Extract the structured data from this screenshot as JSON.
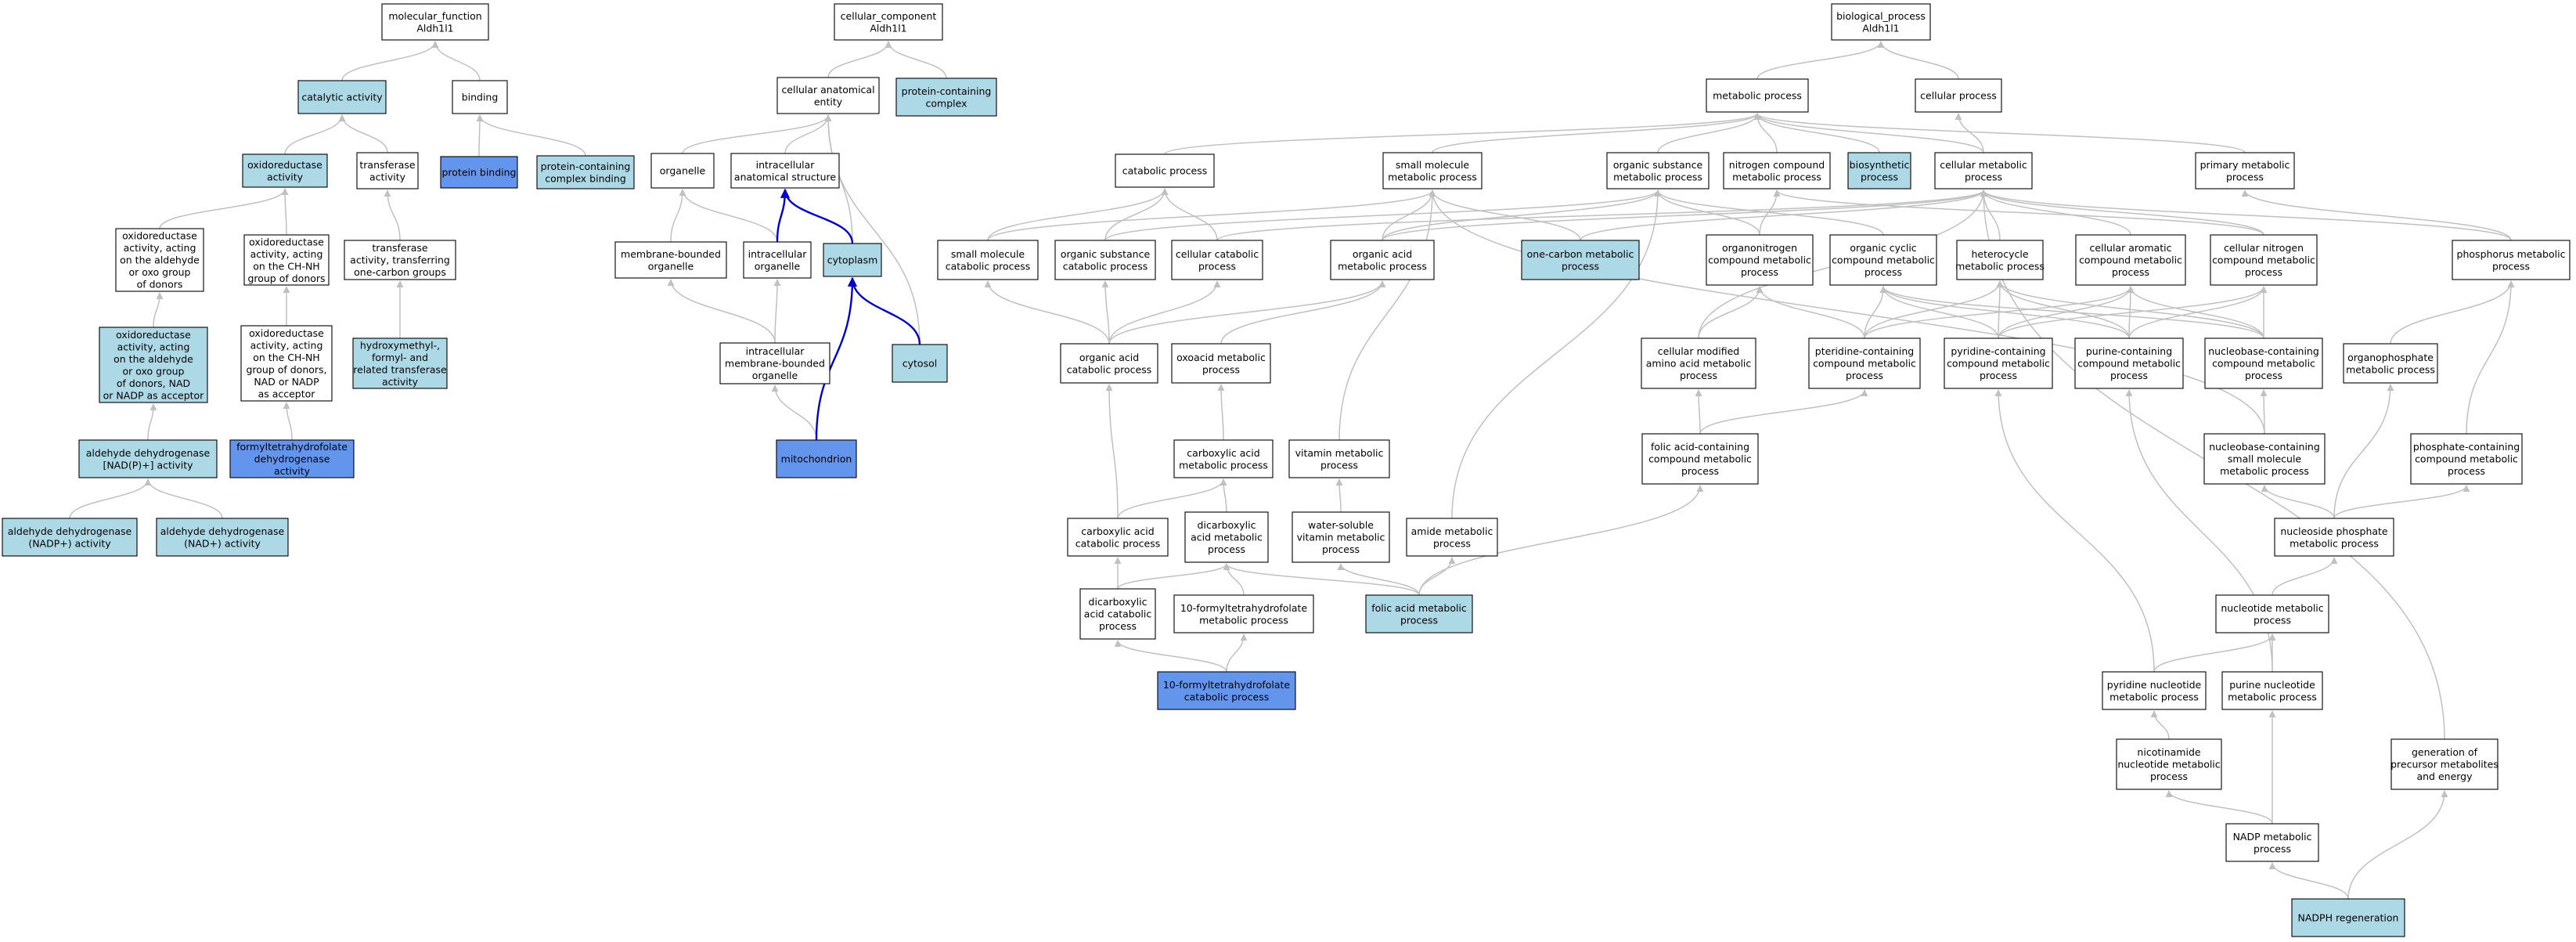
{
  "colors": {
    "plain": "#ffffff",
    "light": "#add8e6",
    "strong": "#6495ed",
    "edge": "#c0c0c0",
    "highlight_edge": "#0000cc"
  },
  "nodes": [
    {
      "id": "mf_root",
      "lines": [
        "molecular_function",
        "Aldh1l1"
      ],
      "style": "plain"
    },
    {
      "id": "catalytic",
      "lines": [
        "catalytic activity"
      ],
      "style": "light"
    },
    {
      "id": "binding",
      "lines": [
        "binding"
      ],
      "style": "plain"
    },
    {
      "id": "oxidoreductase",
      "lines": [
        "oxidoreductase",
        "activity"
      ],
      "style": "light"
    },
    {
      "id": "transferase",
      "lines": [
        "transferase",
        "activity"
      ],
      "style": "plain"
    },
    {
      "id": "protein_binding",
      "lines": [
        "protein binding"
      ],
      "style": "strong"
    },
    {
      "id": "pcc_binding",
      "lines": [
        "protein-containing",
        "complex binding"
      ],
      "style": "light"
    },
    {
      "id": "oxido_aldehyde",
      "lines": [
        "oxidoreductase",
        "activity, acting",
        "on the aldehyde",
        "or oxo group",
        "of donors"
      ],
      "style": "plain"
    },
    {
      "id": "oxido_chnh",
      "lines": [
        "oxidoreductase",
        "activity, acting",
        "on the CH-NH",
        "group of donors"
      ],
      "style": "plain"
    },
    {
      "id": "transferase_1c",
      "lines": [
        "transferase",
        "activity, transferring",
        "one-carbon groups"
      ],
      "style": "plain"
    },
    {
      "id": "oxido_aldehyde_nad",
      "lines": [
        "oxidoreductase",
        "activity, acting",
        "on the aldehyde",
        "or oxo group",
        "of donors, NAD",
        "or NADP as acceptor"
      ],
      "style": "light"
    },
    {
      "id": "oxido_chnh_nad",
      "lines": [
        "oxidoreductase",
        "activity, acting",
        "on the CH-NH",
        "group of donors,",
        "NAD or NADP",
        "as acceptor"
      ],
      "style": "plain"
    },
    {
      "id": "hydroxymethyl",
      "lines": [
        "hydroxymethyl-,",
        "formyl- and",
        "related transferase",
        "activity"
      ],
      "style": "light"
    },
    {
      "id": "aldh_nadp_plus",
      "lines": [
        "aldehyde dehydrogenase",
        "[NAD(P)+] activity"
      ],
      "style": "light"
    },
    {
      "id": "fthf_dh",
      "lines": [
        "formyltetrahydrofolate",
        "dehydrogenase",
        "activity"
      ],
      "style": "strong"
    },
    {
      "id": "aldh_nadp",
      "lines": [
        "aldehyde dehydrogenase",
        "(NADP+) activity"
      ],
      "style": "light"
    },
    {
      "id": "aldh_nad",
      "lines": [
        "aldehyde dehydrogenase",
        "(NAD+) activity"
      ],
      "style": "light"
    },
    {
      "id": "cc_root",
      "lines": [
        "cellular_component",
        "Aldh1l1"
      ],
      "style": "plain"
    },
    {
      "id": "cae",
      "lines": [
        "cellular anatomical",
        "entity"
      ],
      "style": "plain"
    },
    {
      "id": "pcc",
      "lines": [
        "protein-containing",
        "complex"
      ],
      "style": "light"
    },
    {
      "id": "organelle",
      "lines": [
        "organelle"
      ],
      "style": "plain"
    },
    {
      "id": "ias",
      "lines": [
        "intracellular",
        "anatomical structure"
      ],
      "style": "plain"
    },
    {
      "id": "mbo",
      "lines": [
        "membrane-bounded",
        "organelle"
      ],
      "style": "plain"
    },
    {
      "id": "io",
      "lines": [
        "intracellular",
        "organelle"
      ],
      "style": "plain"
    },
    {
      "id": "cytoplasm",
      "lines": [
        "cytoplasm"
      ],
      "style": "light"
    },
    {
      "id": "cytosol",
      "lines": [
        "cytosol"
      ],
      "style": "light"
    },
    {
      "id": "imbo",
      "lines": [
        "intracellular",
        "membrane-bounded",
        "organelle"
      ],
      "style": "plain"
    },
    {
      "id": "mito",
      "lines": [
        "mitochondrion"
      ],
      "style": "strong"
    },
    {
      "id": "bp_root",
      "lines": [
        "biological_process",
        "Aldh1l1"
      ],
      "style": "plain"
    },
    {
      "id": "metabolic",
      "lines": [
        "metabolic process"
      ],
      "style": "plain"
    },
    {
      "id": "cellular_process",
      "lines": [
        "cellular process"
      ],
      "style": "plain"
    },
    {
      "id": "catabolic",
      "lines": [
        "catabolic process"
      ],
      "style": "plain"
    },
    {
      "id": "small_mol",
      "lines": [
        "small molecule",
        "metabolic process"
      ],
      "style": "plain"
    },
    {
      "id": "org_subst",
      "lines": [
        "organic substance",
        "metabolic process"
      ],
      "style": "plain"
    },
    {
      "id": "nitrogen",
      "lines": [
        "nitrogen compound",
        "metabolic process"
      ],
      "style": "plain"
    },
    {
      "id": "biosynthetic",
      "lines": [
        "biosynthetic",
        "process"
      ],
      "style": "light"
    },
    {
      "id": "cell_met",
      "lines": [
        "cellular metabolic",
        "process"
      ],
      "style": "plain"
    },
    {
      "id": "primary",
      "lines": [
        "primary metabolic",
        "process"
      ],
      "style": "plain"
    },
    {
      "id": "sm_cat",
      "lines": [
        "small molecule",
        "catabolic process"
      ],
      "style": "plain"
    },
    {
      "id": "os_cat",
      "lines": [
        "organic substance",
        "catabolic process"
      ],
      "style": "plain"
    },
    {
      "id": "cell_cat",
      "lines": [
        "cellular catabolic",
        "process"
      ],
      "style": "plain"
    },
    {
      "id": "oa_met",
      "lines": [
        "organic acid",
        "metabolic process"
      ],
      "style": "plain"
    },
    {
      "id": "one_carbon",
      "lines": [
        "one-carbon metabolic",
        "process"
      ],
      "style": "light"
    },
    {
      "id": "organonitrogen",
      "lines": [
        "organonitrogen",
        "compound metabolic",
        "process"
      ],
      "style": "plain"
    },
    {
      "id": "org_cyclic",
      "lines": [
        "organic cyclic",
        "compound metabolic",
        "process"
      ],
      "style": "plain"
    },
    {
      "id": "heterocycle",
      "lines": [
        "heterocycle",
        "metabolic process"
      ],
      "style": "plain"
    },
    {
      "id": "cell_arom",
      "lines": [
        "cellular aromatic",
        "compound metabolic",
        "process"
      ],
      "style": "plain"
    },
    {
      "id": "cell_nitro",
      "lines": [
        "cellular nitrogen",
        "compound metabolic",
        "process"
      ],
      "style": "plain"
    },
    {
      "id": "phosphorus",
      "lines": [
        "phosphorus metabolic",
        "process"
      ],
      "style": "plain"
    },
    {
      "id": "oa_cat",
      "lines": [
        "organic acid",
        "catabolic process"
      ],
      "style": "plain"
    },
    {
      "id": "oxoacid",
      "lines": [
        "oxoacid metabolic",
        "process"
      ],
      "style": "plain"
    },
    {
      "id": "cmaa",
      "lines": [
        "cellular modified",
        "amino acid metabolic",
        "process"
      ],
      "style": "plain"
    },
    {
      "id": "pteridine",
      "lines": [
        "pteridine-containing",
        "compound metabolic",
        "process"
      ],
      "style": "plain"
    },
    {
      "id": "pyridine_c",
      "lines": [
        "pyridine-containing",
        "compound metabolic",
        "process"
      ],
      "style": "plain"
    },
    {
      "id": "purine_c",
      "lines": [
        "purine-containing",
        "compound metabolic",
        "process"
      ],
      "style": "plain"
    },
    {
      "id": "nucleobase_c",
      "lines": [
        "nucleobase-containing",
        "compound metabolic",
        "process"
      ],
      "style": "plain"
    },
    {
      "id": "organophosphate",
      "lines": [
        "organophosphate",
        "metabolic process"
      ],
      "style": "plain"
    },
    {
      "id": "carboxylic",
      "lines": [
        "carboxylic acid",
        "metabolic process"
      ],
      "style": "plain"
    },
    {
      "id": "vitamin",
      "lines": [
        "vitamin metabolic",
        "process"
      ],
      "style": "plain"
    },
    {
      "id": "folic_c",
      "lines": [
        "folic acid-containing",
        "compound metabolic",
        "process"
      ],
      "style": "plain"
    },
    {
      "id": "nb_small",
      "lines": [
        "nucleobase-containing",
        "small molecule",
        "metabolic process"
      ],
      "style": "plain"
    },
    {
      "id": "phosphate_c",
      "lines": [
        "phosphate-containing",
        "compound metabolic",
        "process"
      ],
      "style": "plain"
    },
    {
      "id": "ca_cat",
      "lines": [
        "carboxylic acid",
        "catabolic process"
      ],
      "style": "plain"
    },
    {
      "id": "dicarb",
      "lines": [
        "dicarboxylic",
        "acid metabolic",
        "process"
      ],
      "style": "plain"
    },
    {
      "id": "ws_vitamin",
      "lines": [
        "water-soluble",
        "vitamin metabolic",
        "process"
      ],
      "style": "plain"
    },
    {
      "id": "amide",
      "lines": [
        "amide metabolic",
        "process"
      ],
      "style": "plain"
    },
    {
      "id": "ns_phosphate",
      "lines": [
        "nucleoside phosphate",
        "metabolic process"
      ],
      "style": "plain"
    },
    {
      "id": "dicarb_cat",
      "lines": [
        "dicarboxylic",
        "acid catabolic",
        "process"
      ],
      "style": "plain"
    },
    {
      "id": "fthf_met",
      "lines": [
        "10-formyltetrahydrofolate",
        "metabolic process"
      ],
      "style": "plain"
    },
    {
      "id": "folic",
      "lines": [
        "folic acid metabolic",
        "process"
      ],
      "style": "light"
    },
    {
      "id": "nucleotide",
      "lines": [
        "nucleotide metabolic",
        "process"
      ],
      "style": "plain"
    },
    {
      "id": "fthf_cat",
      "lines": [
        "10-formyltetrahydrofolate",
        "catabolic process"
      ],
      "style": "strong"
    },
    {
      "id": "pyr_nuc",
      "lines": [
        "pyridine nucleotide",
        "metabolic process"
      ],
      "style": "plain"
    },
    {
      "id": "pur_nuc",
      "lines": [
        "purine nucleotide",
        "metabolic process"
      ],
      "style": "plain"
    },
    {
      "id": "nicotinamide",
      "lines": [
        "nicotinamide",
        "nucleotide metabolic",
        "process"
      ],
      "style": "plain"
    },
    {
      "id": "gen_precursor",
      "lines": [
        "generation of",
        "precursor metabolites",
        "and energy"
      ],
      "style": "plain"
    },
    {
      "id": "nadp_met",
      "lines": [
        "NADP metabolic",
        "process"
      ],
      "style": "plain"
    },
    {
      "id": "nadph_regen",
      "lines": [
        "NADPH regeneration"
      ],
      "style": "light"
    }
  ],
  "edges": [
    [
      "catalytic",
      "mf_root"
    ],
    [
      "binding",
      "mf_root"
    ],
    [
      "oxidoreductase",
      "catalytic"
    ],
    [
      "transferase",
      "catalytic"
    ],
    [
      "protein_binding",
      "binding"
    ],
    [
      "pcc_binding",
      "binding"
    ],
    [
      "oxido_aldehyde",
      "oxidoreductase"
    ],
    [
      "oxido_chnh",
      "oxidoreductase"
    ],
    [
      "transferase_1c",
      "transferase"
    ],
    [
      "oxido_aldehyde_nad",
      "oxido_aldehyde"
    ],
    [
      "oxido_chnh_nad",
      "oxido_chnh"
    ],
    [
      "hydroxymethyl",
      "transferase_1c"
    ],
    [
      "aldh_nadp_plus",
      "oxido_aldehyde_nad"
    ],
    [
      "fthf_dh",
      "oxido_chnh_nad"
    ],
    [
      "aldh_nadp",
      "aldh_nadp_plus"
    ],
    [
      "aldh_nad",
      "aldh_nadp_plus"
    ],
    [
      "cae",
      "cc_root"
    ],
    [
      "pcc",
      "cc_root"
    ],
    [
      "organelle",
      "cae"
    ],
    [
      "ias",
      "cae"
    ],
    [
      "cytoplasm",
      "cae"
    ],
    [
      "cytosol",
      "cae"
    ],
    [
      "mbo",
      "organelle"
    ],
    [
      "io",
      "organelle"
    ],
    [
      "io",
      "ias"
    ],
    [
      "imbo",
      "mbo"
    ],
    [
      "imbo",
      "io"
    ],
    [
      "mito",
      "imbo"
    ],
    [
      "metabolic",
      "bp_root"
    ],
    [
      "cellular_process",
      "bp_root"
    ],
    [
      "catabolic",
      "metabolic"
    ],
    [
      "small_mol",
      "metabolic"
    ],
    [
      "org_subst",
      "metabolic"
    ],
    [
      "nitrogen",
      "metabolic"
    ],
    [
      "biosynthetic",
      "metabolic"
    ],
    [
      "cell_met",
      "metabolic"
    ],
    [
      "primary",
      "metabolic"
    ],
    [
      "cell_met",
      "cellular_process"
    ],
    [
      "sm_cat",
      "catabolic"
    ],
    [
      "sm_cat",
      "small_mol"
    ],
    [
      "os_cat",
      "catabolic"
    ],
    [
      "os_cat",
      "org_subst"
    ],
    [
      "cell_cat",
      "catabolic"
    ],
    [
      "cell_cat",
      "cell_met"
    ],
    [
      "oa_met",
      "small_mol"
    ],
    [
      "oa_met",
      "org_subst"
    ],
    [
      "oa_met",
      "cell_met"
    ],
    [
      "one_carbon",
      "small_mol"
    ],
    [
      "one_carbon",
      "cell_met"
    ],
    [
      "organonitrogen",
      "org_subst"
    ],
    [
      "organonitrogen",
      "nitrogen"
    ],
    [
      "org_cyclic",
      "org_subst"
    ],
    [
      "heterocycle",
      "cell_met"
    ],
    [
      "cell_arom",
      "cell_met"
    ],
    [
      "cell_nitro",
      "cell_met"
    ],
    [
      "cell_nitro",
      "nitrogen"
    ],
    [
      "phosphorus",
      "primary"
    ],
    [
      "phosphorus",
      "cell_met"
    ],
    [
      "oa_cat",
      "sm_cat"
    ],
    [
      "oa_cat",
      "os_cat"
    ],
    [
      "oa_cat",
      "cell_cat"
    ],
    [
      "oa_cat",
      "oa_met"
    ],
    [
      "oxoacid",
      "oa_met"
    ],
    [
      "cmaa",
      "organonitrogen"
    ],
    [
      "cmaa",
      "cell_met"
    ],
    [
      "pteridine",
      "org_cyclic"
    ],
    [
      "pteridine",
      "heterocycle"
    ],
    [
      "pteridine",
      "cell_arom"
    ],
    [
      "pteridine",
      "organonitrogen"
    ],
    [
      "pyridine_c",
      "org_cyclic"
    ],
    [
      "pyridine_c",
      "heterocycle"
    ],
    [
      "pyridine_c",
      "cell_arom"
    ],
    [
      "pyridine_c",
      "cell_nitro"
    ],
    [
      "purine_c",
      "org_cyclic"
    ],
    [
      "purine_c",
      "heterocycle"
    ],
    [
      "purine_c",
      "cell_arom"
    ],
    [
      "purine_c",
      "cell_nitro"
    ],
    [
      "nucleobase_c",
      "org_cyclic"
    ],
    [
      "nucleobase_c",
      "heterocycle"
    ],
    [
      "nucleobase_c",
      "cell_arom"
    ],
    [
      "nucleobase_c",
      "cell_nitro"
    ],
    [
      "organophosphate",
      "phosphorus"
    ],
    [
      "carboxylic",
      "oxoacid"
    ],
    [
      "vitamin",
      "small_mol"
    ],
    [
      "folic_c",
      "pteridine"
    ],
    [
      "folic_c",
      "cmaa"
    ],
    [
      "nb_small",
      "nucleobase_c"
    ],
    [
      "nb_small",
      "small_mol"
    ],
    [
      "phosphate_c",
      "phosphorus"
    ],
    [
      "ca_cat",
      "carboxylic"
    ],
    [
      "ca_cat",
      "oa_cat"
    ],
    [
      "dicarb",
      "carboxylic"
    ],
    [
      "ws_vitamin",
      "vitamin"
    ],
    [
      "amide",
      "org_subst"
    ],
    [
      "ns_phosphate",
      "nb_small"
    ],
    [
      "ns_phosphate",
      "organophosphate"
    ],
    [
      "ns_phosphate",
      "phosphate_c"
    ],
    [
      "dicarb_cat",
      "ca_cat"
    ],
    [
      "dicarb_cat",
      "dicarb"
    ],
    [
      "fthf_met",
      "dicarb"
    ],
    [
      "folic",
      "dicarb"
    ],
    [
      "folic",
      "ws_vitamin"
    ],
    [
      "folic",
      "amide"
    ],
    [
      "folic",
      "folic_c"
    ],
    [
      "nucleotide",
      "ns_phosphate"
    ],
    [
      "fthf_cat",
      "dicarb_cat"
    ],
    [
      "fthf_cat",
      "fthf_met"
    ],
    [
      "pyr_nuc",
      "nucleotide"
    ],
    [
      "pyr_nuc",
      "pyridine_c"
    ],
    [
      "pur_nuc",
      "nucleotide"
    ],
    [
      "pur_nuc",
      "purine_c"
    ],
    [
      "nicotinamide",
      "pyr_nuc"
    ],
    [
      "nadp_met",
      "nicotinamide"
    ],
    [
      "nadp_met",
      "pur_nuc"
    ],
    [
      "gen_precursor",
      "cell_met"
    ],
    [
      "nadph_regen",
      "nadp_met"
    ],
    [
      "nadph_regen",
      "gen_precursor"
    ]
  ],
  "highlight_edges": [
    [
      "cytoplasm",
      "ias"
    ],
    [
      "cytosol",
      "cytoplasm"
    ],
    [
      "mito",
      "cytoplasm"
    ],
    [
      "io",
      "ias"
    ]
  ]
}
